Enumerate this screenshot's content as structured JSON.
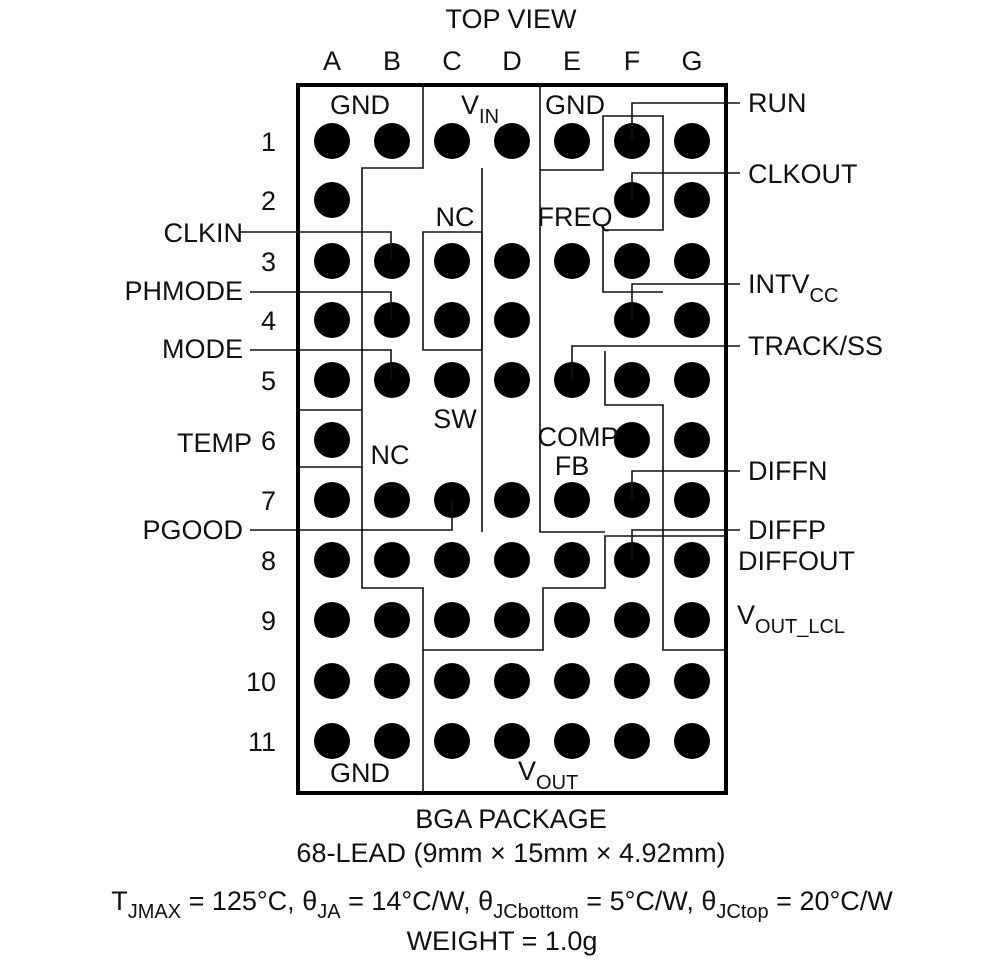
{
  "title": "TOP VIEW",
  "columns": [
    "A",
    "B",
    "C",
    "D",
    "E",
    "F",
    "G"
  ],
  "rows": [
    "1",
    "2",
    "3",
    "4",
    "5",
    "6",
    "7",
    "8",
    "9",
    "10",
    "11"
  ],
  "balls": [
    [
      "A1",
      "B1",
      "C1",
      "D1",
      "E1",
      "F1",
      "G1"
    ],
    [
      "A2",
      "F2",
      "G2"
    ],
    [
      "A3",
      "B3",
      "C3",
      "D3",
      "E3",
      "F3",
      "G3"
    ],
    [
      "A4",
      "B4",
      "C4",
      "D4",
      "F4",
      "G4"
    ],
    [
      "A5",
      "B5",
      "C5",
      "D5",
      "E5",
      "F5",
      "G5"
    ],
    [
      "A6",
      "F6",
      "G6"
    ],
    [
      "A7",
      "B7",
      "C7",
      "D7",
      "E7",
      "F7",
      "G7"
    ],
    [
      "A8",
      "B8",
      "C8",
      "D8",
      "E8",
      "F8",
      "G8"
    ],
    [
      "A9",
      "B9",
      "C9",
      "D9",
      "E9",
      "F9",
      "G9"
    ],
    [
      "A10",
      "B10",
      "C10",
      "D10",
      "E10",
      "F10",
      "G10"
    ],
    [
      "A11",
      "B11",
      "C11",
      "D11",
      "E11",
      "F11",
      "G11"
    ]
  ],
  "regions": {
    "gnd_top_left": "GND",
    "vin_main": "V",
    "vin_sub": "IN",
    "gnd_top_right": "GND",
    "nc_upper": "NC",
    "freq": "FREQ",
    "sw": "SW",
    "comp": "COMP",
    "fb": "FB",
    "nc_lower": "NC",
    "gnd_bottom": "GND",
    "vout_main": "V",
    "vout_sub": "OUT"
  },
  "left_pins": {
    "clkin": "CLKIN",
    "phmode": "PHMODE",
    "mode": "MODE",
    "temp": "TEMP",
    "pgood": "PGOOD"
  },
  "right_pins": {
    "run": "RUN",
    "clkout": "CLKOUT",
    "intvcc_main": "INTV",
    "intvcc_sub": "CC",
    "track_ss": "TRACK/SS",
    "diffn": "DIFFN",
    "diffp": "DIFFP",
    "diffout": "DIFFOUT",
    "vout_lcl_main": "V",
    "vout_lcl_sub": "OUT_LCL"
  },
  "package": {
    "name": "BGA PACKAGE",
    "leads": "68-LEAD (9mm × 15mm × 4.92mm)"
  },
  "thermal": {
    "t_main": "T",
    "t_sub": "JMAX",
    "t_val": " = 125°C, ",
    "ja_main": "θ",
    "ja_sub": "JA",
    "ja_val": " = 14°C/W, ",
    "jcb_main": "θ",
    "jcb_sub": "JCbottom",
    "jcb_val": " = 5°C/W, ",
    "jct_main": "θ",
    "jct_sub": "JCtop",
    "jct_val": " = 20°C/W"
  },
  "weight": "WEIGHT = 1.0g"
}
